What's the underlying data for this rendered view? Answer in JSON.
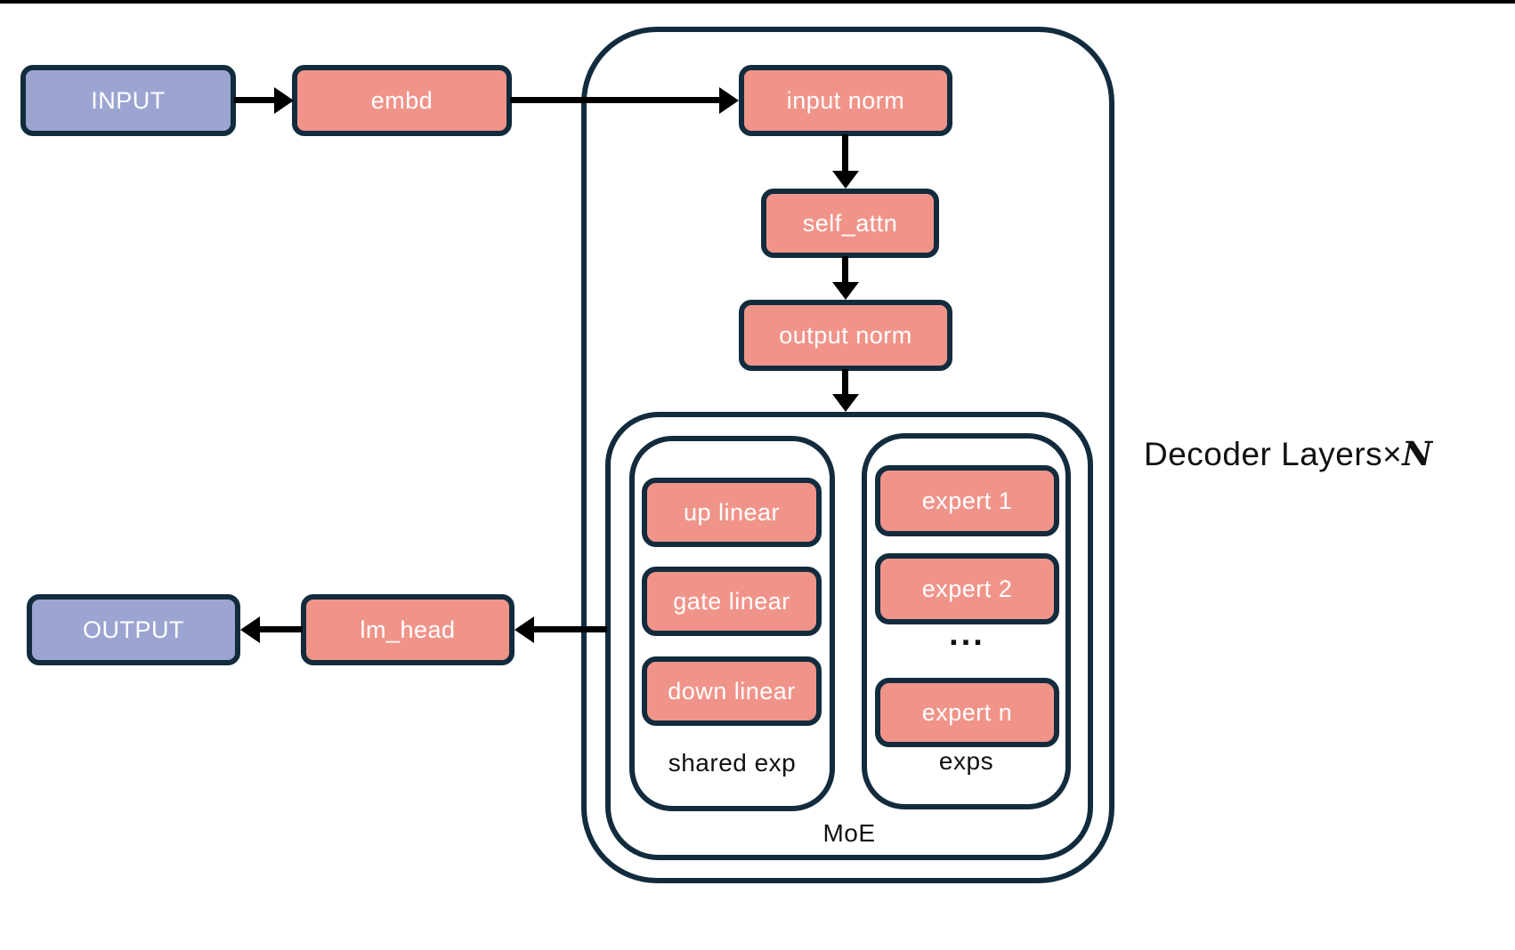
{
  "colors": {
    "navy": "#122c3e",
    "salmon": "#f0948a",
    "purple": "#9ca5d1",
    "ink": "#000000",
    "bg": "#ffffff"
  },
  "nodes": {
    "input": "INPUT",
    "embd": "embd",
    "input_norm": "input norm",
    "self_attn": "self_attn",
    "output_norm": "output norm",
    "up_linear": "up linear",
    "gate_linear": "gate linear",
    "down_linear": "down linear",
    "expert_1": "expert 1",
    "expert_2": "expert 2",
    "expert_ellipsis": "...",
    "expert_n": "expert n",
    "lm_head": "lm_head",
    "output": "OUTPUT"
  },
  "containers": {
    "shared_exp_label": "shared exp",
    "exps_label": "exps",
    "moe_label": "MoE",
    "decoder_label_prefix": "Decoder Layers×",
    "decoder_label_n": "N"
  }
}
